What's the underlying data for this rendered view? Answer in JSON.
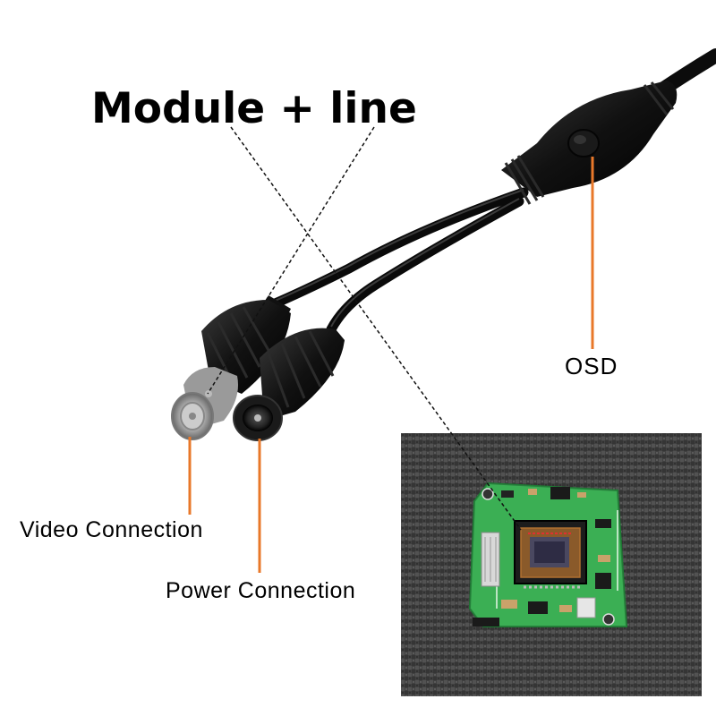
{
  "labels": {
    "title": "Module + line",
    "osd": "OSD",
    "video": "Video Connection",
    "power": "Power Connection"
  },
  "colors": {
    "callout_line": "#e8782a",
    "dashed_line": "#111111",
    "cable": "#101010",
    "pcb": "#2faa4a",
    "fabric": "#4a4a4a"
  }
}
